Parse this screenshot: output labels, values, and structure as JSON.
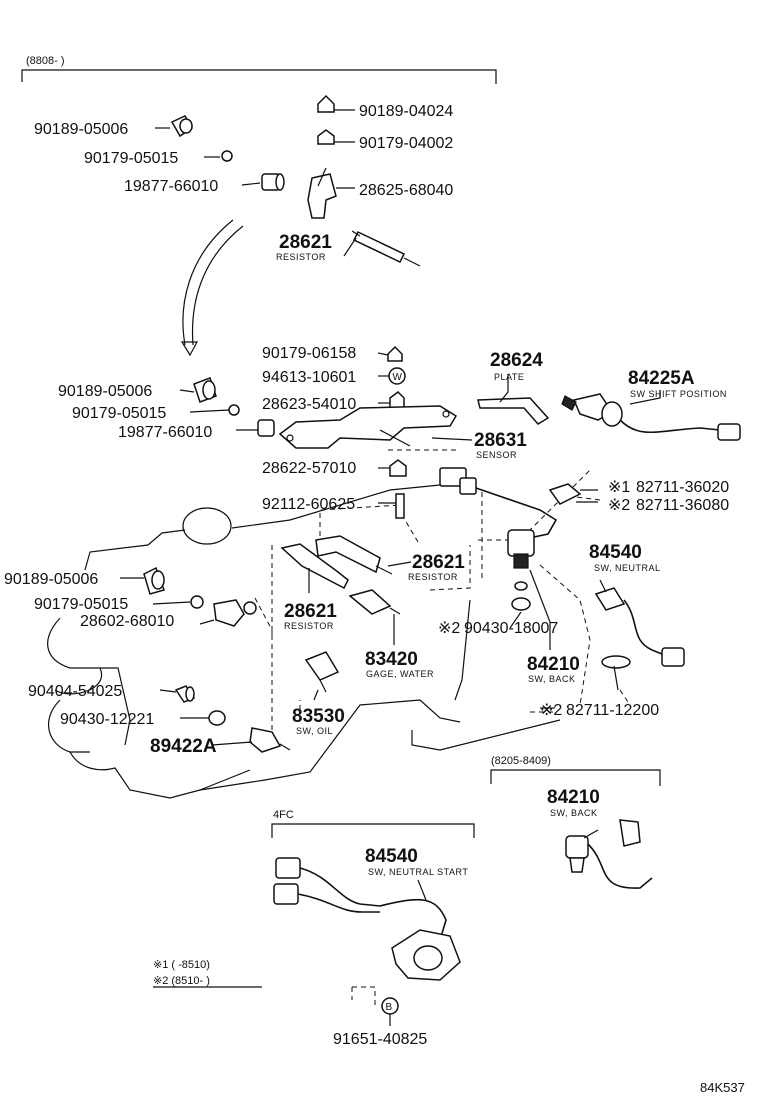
{
  "brackets": [
    {
      "id": "b1",
      "text": "(8808-        )"
    },
    {
      "id": "b2",
      "text": "(8205-8409)"
    },
    {
      "id": "b3",
      "text": "4FC"
    }
  ],
  "parts": [
    {
      "id": "p1",
      "pn": "90189-04024"
    },
    {
      "id": "p2",
      "pn": "90189-05006"
    },
    {
      "id": "p3",
      "pn": "90179-04002"
    },
    {
      "id": "p4",
      "pn": "90179-05015"
    },
    {
      "id": "p5",
      "pn": "19877-66010"
    },
    {
      "id": "p6",
      "pn": "28625-68040"
    },
    {
      "id": "p7",
      "pn": "28621",
      "sub": "RESISTOR"
    },
    {
      "id": "p8",
      "pn": "90179-06158"
    },
    {
      "id": "p9",
      "pn": "28624",
      "sub": "PLATE"
    },
    {
      "id": "p10",
      "pn": "84225A",
      "sub": "SW SHIFT POSITION"
    },
    {
      "id": "p11",
      "pn": "94613-10601"
    },
    {
      "id": "p12",
      "pn": "90189-05006"
    },
    {
      "id": "p13",
      "pn": "28623-54010"
    },
    {
      "id": "p14",
      "pn": "90179-05015"
    },
    {
      "id": "p15",
      "pn": "28631",
      "sub": "SENSOR"
    },
    {
      "id": "p16",
      "pn": "19877-66010"
    },
    {
      "id": "p17",
      "pn": "28622-57010"
    },
    {
      "id": "p18",
      "pn": "82711-36020",
      "mark": "※1"
    },
    {
      "id": "p19",
      "pn": "92112-60625"
    },
    {
      "id": "p20",
      "pn": "82711-36080",
      "mark": "※2"
    },
    {
      "id": "p21",
      "pn": "28621",
      "sub": "RESISTOR"
    },
    {
      "id": "p22",
      "pn": "84540",
      "sub": "SW, NEUTRAL"
    },
    {
      "id": "p23",
      "pn": "90189-05006"
    },
    {
      "id": "p24",
      "pn": "90179-05015"
    },
    {
      "id": "p25",
      "pn": "28621",
      "sub": "RESISTOR"
    },
    {
      "id": "p26",
      "pn": "28602-68010"
    },
    {
      "id": "p27",
      "pn": "90430-18007",
      "mark": "※2"
    },
    {
      "id": "p28",
      "pn": "83420",
      "sub": "GAGE, WATER"
    },
    {
      "id": "p29",
      "pn": "84210",
      "sub": "SW, BACK"
    },
    {
      "id": "p30",
      "pn": "90404-54025"
    },
    {
      "id": "p31",
      "pn": "90430-12221"
    },
    {
      "id": "p32",
      "pn": "83530",
      "sub": "SW, OIL"
    },
    {
      "id": "p33",
      "pn": "82711-12200",
      "mark": "※2"
    },
    {
      "id": "p34",
      "pn": "89422A"
    },
    {
      "id": "p35",
      "pn": "84210",
      "sub": "SW, BACK"
    },
    {
      "id": "p36",
      "pn": "84540",
      "sub": "SW, NEUTRAL START"
    },
    {
      "id": "p37",
      "pn": "91651-40825"
    }
  ],
  "notes": [
    "※1 (       -8510)",
    "※2 (8510-       )"
  ],
  "circle_marks": {
    "w": "W",
    "b": "B"
  },
  "figure_code": "84K537"
}
